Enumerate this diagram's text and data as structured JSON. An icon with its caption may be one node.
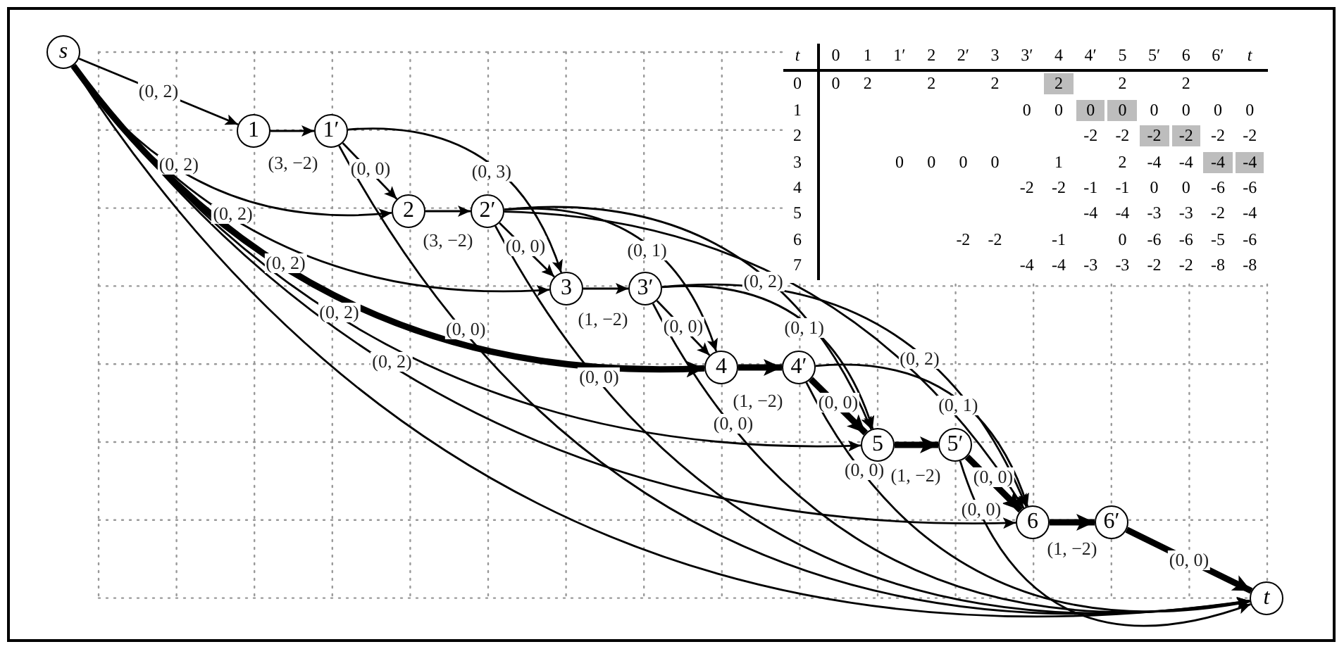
{
  "diagram": {
    "nodes": [
      {
        "text": [
          "s"
        ]
      },
      {
        "text": [
          "1"
        ]
      },
      {
        "text": [
          "1′"
        ]
      },
      {
        "text": [
          "2"
        ]
      },
      {
        "text": [
          "2′"
        ]
      },
      {
        "text": [
          "3"
        ]
      },
      {
        "text": [
          "3′"
        ]
      },
      {
        "text": [
          "4"
        ]
      },
      {
        "text": [
          "4′"
        ]
      },
      {
        "text": [
          "5"
        ]
      },
      {
        "text": [
          "5′"
        ]
      },
      {
        "text": [
          "6"
        ]
      },
      {
        "text": [
          "6′"
        ]
      },
      {
        "text": [
          "t"
        ]
      }
    ],
    "edges": [
      {
        "from": 0,
        "to": 1,
        "arrow": "to",
        "label": "(0, 2)"
      },
      {
        "from": 1,
        "to": 2,
        "arrow": "to",
        "label": "(3, −2)"
      },
      {
        "from": 2,
        "to": 3,
        "arrow": "to",
        "label": "(0, 0)"
      },
      {
        "from": 2,
        "to": 5,
        "arrow": "to",
        "label": "(0, 3)"
      },
      {
        "from": 2,
        "to": 13,
        "arrow": "to",
        "label": "(0, 0)"
      },
      {
        "from": 0,
        "to": 3,
        "arrow": "to",
        "label": "(0, 2)"
      },
      {
        "from": 3,
        "to": 4,
        "arrow": "to",
        "label": "(3, −2)"
      },
      {
        "from": 4,
        "to": 5,
        "arrow": "to",
        "label": "(0, 0)"
      },
      {
        "from": 4,
        "to": 7,
        "arrow": "to",
        "label": "(0, 1)"
      },
      {
        "from": 4,
        "to": 9,
        "arrow": "to",
        "label": "(0, 2)"
      },
      {
        "from": 4,
        "to": 11,
        "arrow": "to"
      },
      {
        "from": 4,
        "to": 13,
        "arrow": "to",
        "label": "(0, 0)"
      },
      {
        "from": 0,
        "to": 5,
        "arrow": "to",
        "label": "(0, 2)"
      },
      {
        "from": 5,
        "to": 6,
        "arrow": "to",
        "label": "(1, −2)"
      },
      {
        "from": 6,
        "to": 7,
        "arrow": "to",
        "label": "(0, 0)"
      },
      {
        "from": 6,
        "to": 9,
        "arrow": "to",
        "label": "(0, 1)"
      },
      {
        "from": 6,
        "to": 11,
        "arrow": "to",
        "label": "(0, 2)"
      },
      {
        "from": 6,
        "to": 13,
        "arrow": "to",
        "label": "(0, 0)"
      },
      {
        "from": 0,
        "to": 7,
        "arrow": "to",
        "label": "(0, 2)",
        "style": "thick"
      },
      {
        "from": 7,
        "to": 8,
        "arrow": "to",
        "label": "(1, −2)",
        "style": "thick"
      },
      {
        "from": 8,
        "to": 9,
        "arrow": "to",
        "label": "(0, 0)",
        "style": "thick"
      },
      {
        "from": 8,
        "to": 11,
        "arrow": "to",
        "label": "(0, 1)"
      },
      {
        "from": 8,
        "to": 13,
        "arrow": "to",
        "label": "(0, 0)"
      },
      {
        "from": 0,
        "to": 9,
        "arrow": "to",
        "label": "(0, 2)"
      },
      {
        "from": 9,
        "to": 10,
        "arrow": "to",
        "label": "(1, −2)",
        "style": "thick"
      },
      {
        "from": 10,
        "to": 11,
        "arrow": "to",
        "label": "(0, 0)",
        "style": "thick"
      },
      {
        "from": 10,
        "to": 13,
        "arrow": "to",
        "label": "(0, 0)"
      },
      {
        "from": 0,
        "to": 11,
        "arrow": "to",
        "label": "(0, 2)"
      },
      {
        "from": 11,
        "to": 12,
        "arrow": "to",
        "label": "(1, −2)",
        "style": "thick"
      },
      {
        "from": 12,
        "to": 13,
        "arrow": "to",
        "label": "(0, 0)",
        "style": "thick"
      },
      {
        "from": 0,
        "to": 13,
        "arrow": "to"
      }
    ],
    "labels": [
      "t",
      "0",
      "1",
      "1′",
      "2",
      "2′",
      "3",
      "3′",
      "4",
      "4′",
      "5",
      "5′",
      "6",
      "6′",
      "t",
      "0",
      "0",
      "2",
      "2",
      "2",
      "2",
      "2",
      "2",
      "1",
      "0",
      "0",
      "0",
      "0",
      "0",
      "0",
      "0",
      "0",
      "2",
      "-2",
      "-2",
      "-2",
      "-2",
      "-2",
      "-2",
      "3",
      "0",
      "0",
      "0",
      "0",
      "1",
      "2",
      "-4",
      "-4",
      "-4",
      "-4",
      "4",
      "-2",
      "-2",
      "-1",
      "-1",
      "0",
      "0",
      "-6",
      "-6",
      "5",
      "-4",
      "-4",
      "-3",
      "-3",
      "-2",
      "-4",
      "6",
      "-2",
      "-2",
      "-1",
      "0",
      "-6",
      "-6",
      "-5",
      "-6",
      "7",
      "-4",
      "-4",
      "-3",
      "-3",
      "-2",
      "-2",
      "-8",
      "-8"
    ]
  }
}
